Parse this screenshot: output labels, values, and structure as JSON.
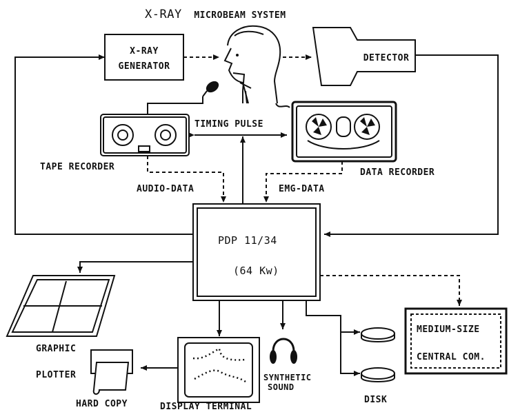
{
  "title_main": "X-RAY",
  "title_rest": "MICROBEAM SYSTEM",
  "xray_generator": [
    "X-RAY",
    "GENERATOR"
  ],
  "detector": "DETECTOR",
  "timing_pulse": "TIMING PULSE",
  "tape_recorder": "TAPE RECORDER",
  "data_recorder": "DATA RECORDER",
  "audio_data": "AUDIO-DATA",
  "emg_data": "EMG-DATA",
  "computer": {
    "name": "PDP 11/34",
    "memory": "(64 Kw)"
  },
  "graphic_plotter": [
    "GRAPHIC",
    "PLOTTER"
  ],
  "hard_copy": "HARD COPY",
  "display_terminal": "DISPLAY TERMINAL",
  "synthetic_sound": [
    "SYNTHETIC",
    "SOUND"
  ],
  "disk": "DISK",
  "central_computer": [
    "MEDIUM-SIZE",
    "CENTRAL COM."
  ]
}
